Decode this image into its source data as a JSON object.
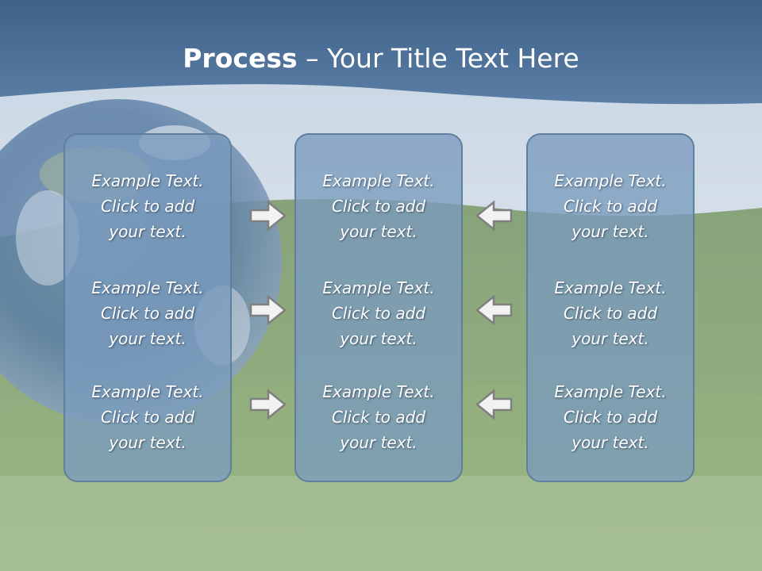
{
  "title": {
    "bold": "Process",
    "rest": " – Your Title Text Here"
  },
  "columns": [
    {
      "blocks": [
        [
          "Example Text.",
          "Click  to add",
          "your text."
        ],
        [
          "Example Text.",
          "Click  to add",
          "your text."
        ],
        [
          "Example Text.",
          "Click  to add",
          "your text."
        ]
      ]
    },
    {
      "blocks": [
        [
          "Example Text.",
          "Click  to add",
          "your text."
        ],
        [
          "Example Text.",
          "Click  to add",
          "your text."
        ],
        [
          "Example Text.",
          "Click  to add",
          "your text."
        ]
      ]
    },
    {
      "blocks": [
        [
          "Example Text.",
          "Click  to add",
          "your text."
        ],
        [
          "Example Text.",
          "Click  to add",
          "your text."
        ],
        [
          "Example Text.",
          "Click  to add",
          "your text."
        ]
      ]
    }
  ],
  "arrows": {
    "left_group": "arrow-right-icon",
    "right_group": "arrow-left-icon"
  },
  "colors": {
    "header": "#4e6f94",
    "panel": "#7a9bbe",
    "panel_border": "#5f7f9d",
    "arrow_fill": "#f2f2f2",
    "arrow_stroke": "#7f7f7f"
  }
}
